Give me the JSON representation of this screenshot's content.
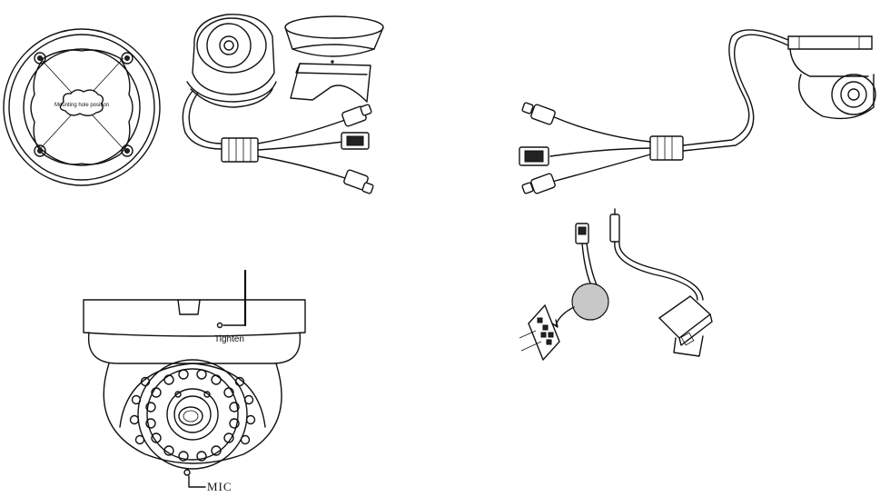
{
  "labels": {
    "mounting_hole_position": "Mounting hole position",
    "tighten": "Tighten",
    "mic": "MIC"
  },
  "colors": {
    "line": "#111111",
    "background": "#ffffff",
    "grey_fill": "#c8c8c8"
  }
}
